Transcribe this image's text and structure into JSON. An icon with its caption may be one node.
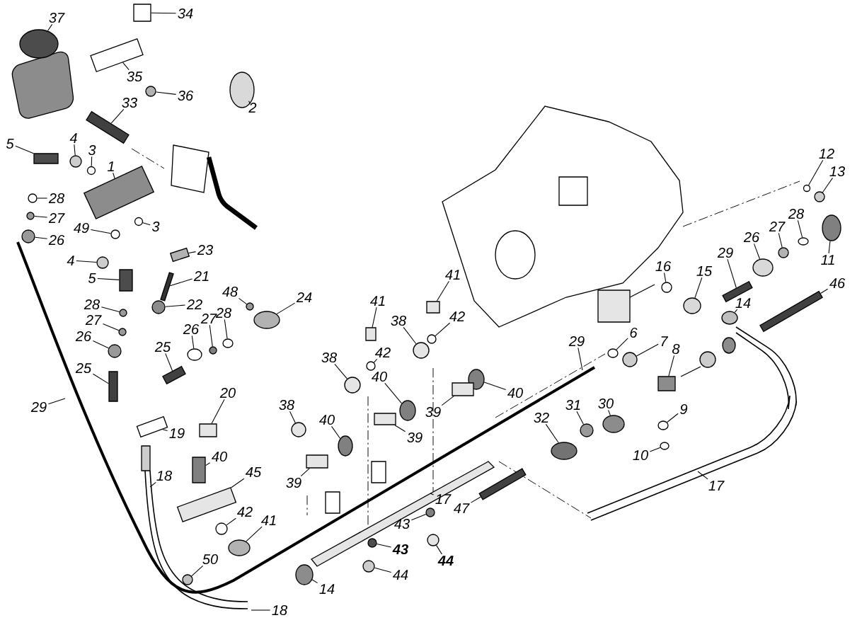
{
  "diagram": {
    "nodes": [
      {
        "text": [
          "37"
        ]
      },
      {
        "text": [
          "34"
        ]
      },
      {
        "text": [
          "35"
        ]
      },
      {
        "text": [
          "36"
        ]
      },
      {
        "text": [
          "33"
        ]
      },
      {
        "text": [
          "2"
        ]
      },
      {
        "text": [
          "5"
        ]
      },
      {
        "text": [
          "4"
        ]
      },
      {
        "text": [
          "3"
        ]
      },
      {
        "text": [
          "1"
        ]
      },
      {
        "text": [
          "3"
        ]
      },
      {
        "text": [
          "49"
        ]
      },
      {
        "text": [
          "28"
        ]
      },
      {
        "text": [
          "27"
        ]
      },
      {
        "text": [
          "26"
        ]
      },
      {
        "text": [
          "4"
        ]
      },
      {
        "text": [
          "5"
        ]
      },
      {
        "text": [
          "23"
        ]
      },
      {
        "text": [
          "21"
        ]
      },
      {
        "text": [
          "22"
        ]
      },
      {
        "text": [
          "48"
        ]
      },
      {
        "text": [
          "24"
        ]
      },
      {
        "text": [
          "28"
        ]
      },
      {
        "text": [
          "27"
        ]
      },
      {
        "text": [
          "26"
        ]
      },
      {
        "text": [
          "25"
        ]
      },
      {
        "text": [
          "29"
        ]
      },
      {
        "text": [
          "26"
        ]
      },
      {
        "text": [
          "27"
        ]
      },
      {
        "text": [
          "28"
        ]
      },
      {
        "text": [
          "25"
        ]
      },
      {
        "text": [
          "20"
        ]
      },
      {
        "text": [
          "19"
        ]
      },
      {
        "text": [
          "40"
        ]
      },
      {
        "text": [
          "18"
        ]
      },
      {
        "text": [
          "45"
        ]
      },
      {
        "text": [
          "42"
        ]
      },
      {
        "text": [
          "41"
        ]
      },
      {
        "text": [
          "50"
        ]
      },
      {
        "text": [
          "18"
        ]
      },
      {
        "text": [
          "14"
        ]
      },
      {
        "text": [
          "38"
        ]
      },
      {
        "text": [
          "41"
        ]
      },
      {
        "text": [
          "42"
        ]
      },
      {
        "text": [
          "41"
        ]
      },
      {
        "text": [
          "42"
        ]
      },
      {
        "text": [
          "38"
        ]
      },
      {
        "text": [
          "38"
        ]
      },
      {
        "text": [
          "40"
        ]
      },
      {
        "text": [
          "40"
        ]
      },
      {
        "text": [
          "40"
        ]
      },
      {
        "text": [
          "39"
        ]
      },
      {
        "text": [
          "39"
        ]
      },
      {
        "text": [
          "39"
        ]
      },
      {
        "text": [
          "29"
        ]
      },
      {
        "text": [
          "17"
        ]
      },
      {
        "text": [
          "47"
        ]
      },
      {
        "text": [
          "43"
        ]
      },
      {
        "text": [
          "43"
        ]
      },
      {
        "text": [
          "44"
        ]
      },
      {
        "text": [
          "44"
        ]
      },
      {
        "text": [
          "32"
        ]
      },
      {
        "text": [
          "31"
        ]
      },
      {
        "text": [
          "30"
        ]
      },
      {
        "text": [
          "10"
        ]
      },
      {
        "text": [
          "9"
        ]
      },
      {
        "text": [
          "17"
        ]
      },
      {
        "text": [
          "16"
        ]
      },
      {
        "text": [
          "15"
        ]
      },
      {
        "text": [
          "14"
        ]
      },
      {
        "text": [
          "6"
        ]
      },
      {
        "text": [
          "7"
        ]
      },
      {
        "text": [
          "8"
        ]
      },
      {
        "text": [
          "29"
        ]
      },
      {
        "text": [
          "26"
        ]
      },
      {
        "text": [
          "27"
        ]
      },
      {
        "text": [
          "28"
        ]
      },
      {
        "text": [
          "11"
        ]
      },
      {
        "text": [
          "12"
        ]
      },
      {
        "text": [
          "13"
        ]
      },
      {
        "text": [
          "46"
        ]
      },
      {
        "text": [],
        "shape": "circle"
      },
      {
        "text": [],
        "shape": "box"
      },
      {
        "text": [],
        "shape": "box"
      },
      {
        "text": [],
        "shape": "circle"
      },
      {
        "text": [],
        "shape": "box"
      },
      {
        "text": [],
        "shape": "circle"
      },
      {
        "text": [],
        "shape": "box"
      },
      {
        "text": [],
        "shape": "circle"
      },
      {
        "text": [],
        "shape": "circle"
      },
      {
        "text": [],
        "shape": "box"
      },
      {
        "text": [],
        "shape": "circle"
      },
      {
        "text": [],
        "shape": "circle"
      },
      {
        "text": [],
        "shape": "circle"
      },
      {
        "text": [],
        "shape": "circle"
      },
      {
        "text": [],
        "shape": "circle"
      },
      {
        "text": [],
        "shape": "circle"
      },
      {
        "text": [],
        "shape": "box"
      },
      {
        "text": [],
        "shape": "box"
      },
      {
        "text": [],
        "shape": "box"
      },
      {
        "text": [],
        "shape": "circle"
      },
      {
        "text": [],
        "shape": "circle"
      },
      {
        "text": [],
        "shape": "circle"
      },
      {
        "text": [],
        "shape": "circle"
      },
      {
        "text": [],
        "shape": "circle"
      },
      {
        "text": [],
        "shape": "circle"
      },
      {
        "text": [],
        "shape": "box"
      },
      {
        "text": [],
        "shape": "circle"
      },
      {
        "text": [],
        "shape": "circle"
      },
      {
        "text": [],
        "shape": "circle"
      },
      {
        "text": [],
        "shape": "box"
      },
      {
        "text": [],
        "shape": "box"
      },
      {
        "text": [],
        "shape": "box"
      },
      {
        "text": [],
        "shape": "box"
      },
      {
        "text": [],
        "shape": "box"
      },
      {
        "text": [],
        "shape": "circle"
      },
      {
        "text": [],
        "shape": "circle"
      },
      {
        "text": [],
        "shape": "circle"
      },
      {
        "text": [],
        "shape": "circle"
      },
      {
        "text": [],
        "shape": "circle"
      },
      {
        "text": [],
        "shape": "box"
      },
      {
        "text": [],
        "shape": "circle"
      },
      {
        "text": [],
        "shape": "box"
      },
      {
        "text": [],
        "shape": "circle"
      },
      {
        "text": [],
        "shape": "circle"
      },
      {
        "text": [],
        "shape": "circle"
      },
      {
        "text": [],
        "shape": "circle"
      },
      {
        "text": [],
        "shape": "circle"
      },
      {
        "text": [],
        "shape": "circle"
      },
      {
        "text": [],
        "shape": "box"
      },
      {
        "text": [],
        "shape": "box"
      },
      {
        "text": [],
        "shape": "box"
      },
      {
        "text": [],
        "shape": "box"
      },
      {
        "text": [],
        "shape": "circle"
      },
      {
        "text": [],
        "shape": "circle"
      },
      {
        "text": [],
        "shape": "circle"
      },
      {
        "text": [],
        "shape": "circle"
      },
      {
        "text": [],
        "shape": "circle"
      },
      {
        "text": [],
        "shape": "circle"
      },
      {
        "text": [],
        "shape": "circle"
      },
      {
        "text": [],
        "shape": "circle"
      },
      {
        "text": [],
        "shape": "circle"
      },
      {
        "text": [],
        "shape": "circle"
      },
      {
        "text": [],
        "shape": "circle"
      },
      {
        "text": [],
        "shape": "circle"
      },
      {
        "text": [],
        "shape": "circle"
      },
      {
        "text": [],
        "shape": "circle"
      },
      {
        "text": [],
        "shape": "box"
      },
      {
        "text": [],
        "shape": "box"
      },
      {
        "text": [],
        "shape": "circle"
      },
      {
        "text": [],
        "shape": "circle"
      },
      {
        "text": [],
        "shape": "circle"
      },
      {
        "text": [],
        "shape": "circle"
      },
      {
        "text": [],
        "shape": "circle"
      },
      {
        "text": [],
        "shape": "circle"
      },
      {
        "text": [],
        "shape": "box"
      }
    ],
    "edges": [
      {
        "from": 0,
        "to": 81,
        "arrow": "none"
      },
      {
        "from": 1,
        "to": 82,
        "arrow": "none"
      },
      {
        "from": 2,
        "to": 83,
        "arrow": "none"
      },
      {
        "from": 3,
        "to": 84,
        "arrow": "none"
      },
      {
        "from": 4,
        "to": 85,
        "arrow": "none"
      },
      {
        "from": 5,
        "to": 86,
        "arrow": "none"
      },
      {
        "from": 6,
        "to": 87,
        "arrow": "none"
      },
      {
        "from": 7,
        "to": 88,
        "arrow": "none"
      },
      {
        "from": 8,
        "to": 89,
        "arrow": "none"
      },
      {
        "from": 9,
        "to": 90,
        "arrow": "none"
      },
      {
        "from": 10,
        "to": 91,
        "arrow": "none"
      },
      {
        "from": 11,
        "to": 92,
        "arrow": "none"
      },
      {
        "from": 12,
        "to": 93,
        "arrow": "none"
      },
      {
        "from": 13,
        "to": 94,
        "arrow": "none"
      },
      {
        "from": 14,
        "to": 95,
        "arrow": "none"
      },
      {
        "from": 15,
        "to": 96,
        "arrow": "none"
      },
      {
        "from": 16,
        "to": 97,
        "arrow": "none"
      },
      {
        "from": 17,
        "to": 98,
        "arrow": "none"
      },
      {
        "from": 18,
        "to": 99,
        "arrow": "none"
      },
      {
        "from": 19,
        "to": 100,
        "arrow": "none"
      },
      {
        "from": 20,
        "to": 101,
        "arrow": "none"
      },
      {
        "from": 21,
        "to": 102,
        "arrow": "none"
      },
      {
        "from": 22,
        "to": 103,
        "arrow": "none"
      },
      {
        "from": 23,
        "to": 104,
        "arrow": "none"
      },
      {
        "from": 24,
        "to": 105,
        "arrow": "none"
      },
      {
        "from": 25,
        "to": 106,
        "arrow": "none"
      },
      {
        "from": 26,
        "to": null,
        "arrow": "none"
      },
      {
        "from": 27,
        "to": 107,
        "arrow": "none"
      },
      {
        "from": 28,
        "to": 108,
        "arrow": "none"
      },
      {
        "from": 29,
        "to": 109,
        "arrow": "none"
      },
      {
        "from": 30,
        "to": 110,
        "arrow": "none"
      },
      {
        "from": 31,
        "to": 111,
        "arrow": "none"
      },
      {
        "from": 32,
        "to": 112,
        "arrow": "none"
      },
      {
        "from": 33,
        "to": 113,
        "arrow": "none"
      },
      {
        "from": 34,
        "to": null,
        "arrow": "none"
      },
      {
        "from": 35,
        "to": 114,
        "arrow": "none"
      },
      {
        "from": 36,
        "to": 115,
        "arrow": "none"
      },
      {
        "from": 37,
        "to": 116,
        "arrow": "none"
      },
      {
        "from": 38,
        "to": 117,
        "arrow": "none"
      },
      {
        "from": 39,
        "to": null,
        "arrow": "none"
      },
      {
        "from": 40,
        "to": 118,
        "arrow": "none"
      },
      {
        "from": 41,
        "to": 119,
        "arrow": "none"
      },
      {
        "from": 42,
        "to": 120,
        "arrow": "none"
      },
      {
        "from": 43,
        "to": 121,
        "arrow": "none"
      },
      {
        "from": 44,
        "to": 122,
        "arrow": "none"
      },
      {
        "from": 45,
        "to": 123,
        "arrow": "none"
      },
      {
        "from": 46,
        "to": 124,
        "arrow": "none"
      },
      {
        "from": 47,
        "to": 125,
        "arrow": "none"
      },
      {
        "from": 48,
        "to": 126,
        "arrow": "none"
      },
      {
        "from": 49,
        "to": 127,
        "arrow": "none"
      },
      {
        "from": 50,
        "to": 128,
        "arrow": "none"
      },
      {
        "from": 51,
        "to": 129,
        "arrow": "none"
      },
      {
        "from": 52,
        "to": 130,
        "arrow": "none"
      },
      {
        "from": 53,
        "to": 131,
        "arrow": "none"
      },
      {
        "from": 54,
        "to": null,
        "arrow": "none"
      },
      {
        "from": 55,
        "to": null,
        "arrow": "none"
      },
      {
        "from": 56,
        "to": 132,
        "arrow": "none"
      },
      {
        "from": 57,
        "to": 133,
        "arrow": "none"
      },
      {
        "from": 58,
        "to": 134,
        "arrow": "none"
      },
      {
        "from": 59,
        "to": 135,
        "arrow": "none"
      },
      {
        "from": 60,
        "to": 136,
        "arrow": "none"
      },
      {
        "from": 61,
        "to": 137,
        "arrow": "none"
      },
      {
        "from": 62,
        "to": 138,
        "arrow": "none"
      },
      {
        "from": 63,
        "to": 139,
        "arrow": "none"
      },
      {
        "from": 64,
        "to": 140,
        "arrow": "none"
      },
      {
        "from": 65,
        "to": 141,
        "arrow": "none"
      },
      {
        "from": 66,
        "to": null,
        "arrow": "none"
      },
      {
        "from": 67,
        "to": 142,
        "arrow": "none"
      },
      {
        "from": 68,
        "to": 143,
        "arrow": "none"
      },
      {
        "from": 69,
        "to": 144,
        "arrow": "none"
      },
      {
        "from": 70,
        "to": 145,
        "arrow": "none"
      },
      {
        "from": 71,
        "to": 146,
        "arrow": "none"
      },
      {
        "from": 72,
        "to": 147,
        "arrow": "none"
      },
      {
        "from": 73,
        "to": 148,
        "arrow": "none"
      },
      {
        "from": 74,
        "to": 149,
        "arrow": "none"
      },
      {
        "from": 75,
        "to": 150,
        "arrow": "none"
      },
      {
        "from": 76,
        "to": 151,
        "arrow": "none"
      },
      {
        "from": 77,
        "to": 152,
        "arrow": "none"
      },
      {
        "from": 78,
        "to": 153,
        "arrow": "none"
      },
      {
        "from": 79,
        "to": 154,
        "arrow": "none"
      },
      {
        "from": 80,
        "to": 155,
        "arrow": "none"
      }
    ]
  }
}
